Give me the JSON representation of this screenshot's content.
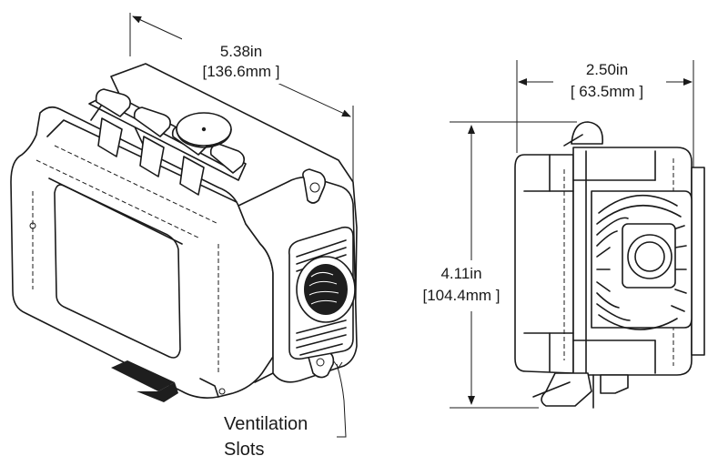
{
  "dimensions": {
    "length_in": "5.38in",
    "length_mm": "[136.6mm ]",
    "depth_in": "2.50in",
    "depth_mm": "[ 63.5mm ]",
    "height_in": "4.11in",
    "height_mm": "[104.4mm ]"
  },
  "callout": {
    "line1": "Ventilation",
    "line2": "Slots"
  }
}
